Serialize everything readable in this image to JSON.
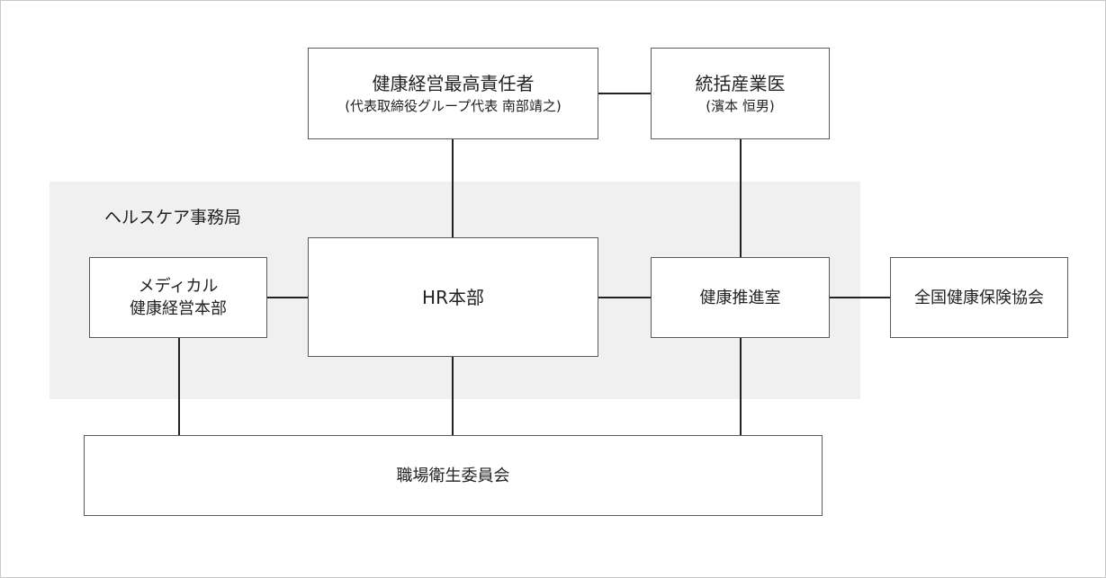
{
  "diagram": {
    "group": {
      "label": "ヘルスケア事務局"
    },
    "nodes": {
      "chief": {
        "label": "健康経営最高責任者",
        "sub": "(代表取締役グループ代表 南部靖之)"
      },
      "doctor": {
        "label": "統括産業医",
        "sub": "(濱本 恒男)"
      },
      "medical": {
        "line1": "メディカル",
        "line2": "健康経営本部"
      },
      "hr": {
        "label": "HR本部"
      },
      "promotion": {
        "label": "健康推進室"
      },
      "kyokai": {
        "label": "全国健康保険協会"
      },
      "committee": {
        "label": "職場衛生委員会"
      }
    },
    "edges": [
      {
        "from": "chief",
        "to": "doctor"
      },
      {
        "from": "chief",
        "to": "hr"
      },
      {
        "from": "doctor",
        "to": "promotion"
      },
      {
        "from": "medical",
        "to": "hr"
      },
      {
        "from": "hr",
        "to": "promotion"
      },
      {
        "from": "promotion",
        "to": "kyokai"
      },
      {
        "from": "medical",
        "to": "committee"
      },
      {
        "from": "hr",
        "to": "committee"
      },
      {
        "from": "promotion",
        "to": "committee"
      }
    ]
  }
}
